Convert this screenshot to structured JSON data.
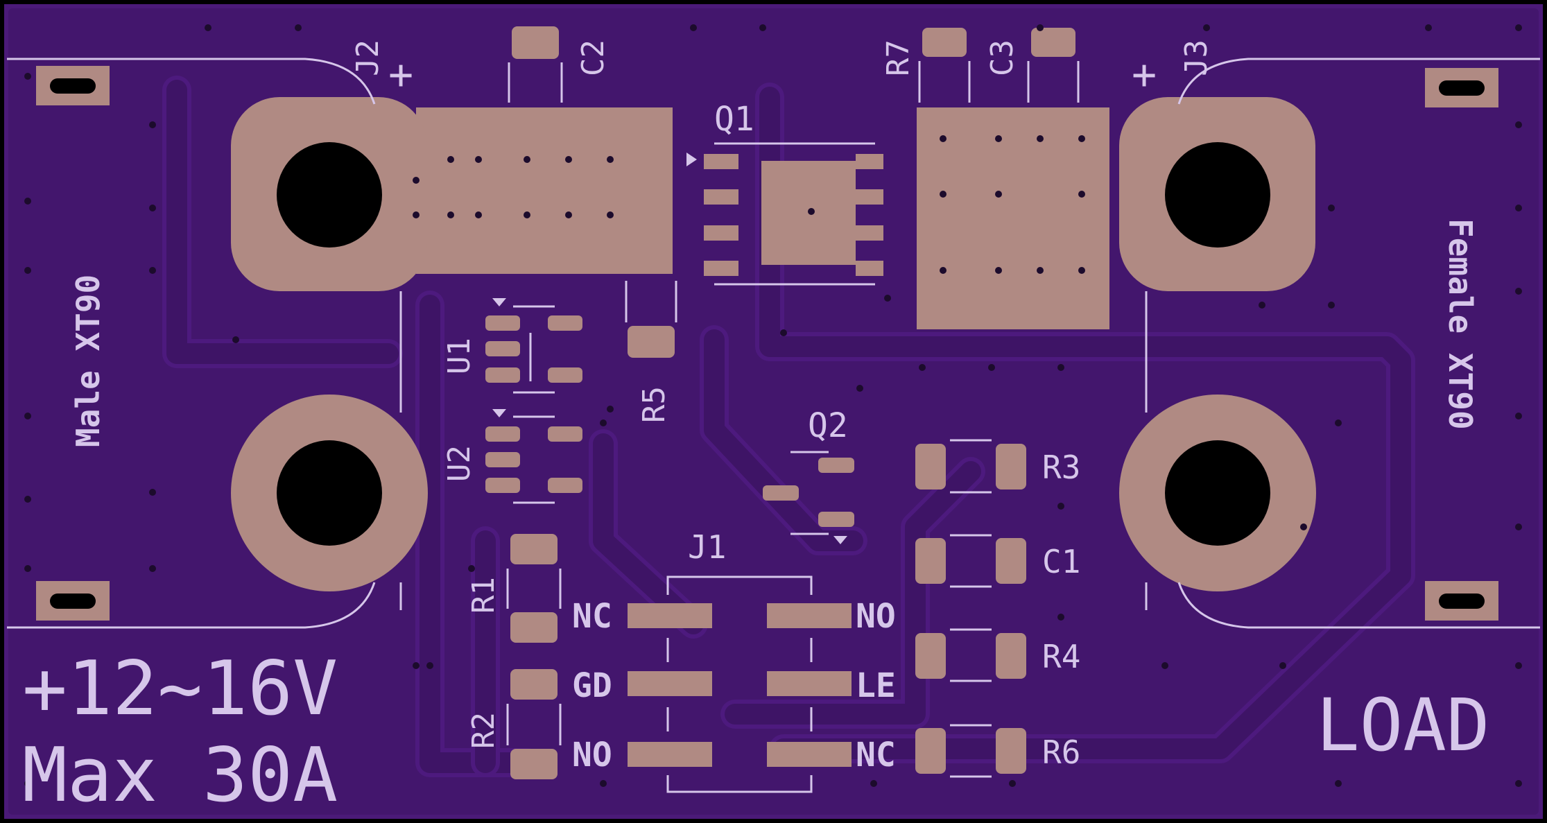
{
  "board": {
    "colors": {
      "outline": "#000000",
      "pcb": "#4b1a78",
      "copper_pour": "#43166d",
      "pad": "#b08a83",
      "silkscreen": "#d6c6ea"
    }
  },
  "labels": {
    "j2": "J2",
    "j2_plus": "+",
    "j3": "J3",
    "j3_plus": "+",
    "c2": "C2",
    "c3": "C3",
    "r7": "R7",
    "q1": "Q1",
    "q2": "Q2",
    "u1": "U1",
    "u2": "U2",
    "r5": "R5",
    "r1": "R1",
    "r2": "R2",
    "r3": "R3",
    "c1": "C1",
    "r4": "R4",
    "r6": "R6",
    "j1": "J1",
    "male_connector": "Male XT90",
    "female_connector": "Female XT90",
    "voltage": "+12~16V",
    "current": "Max 30A",
    "load": "LOAD"
  },
  "j1_pins": {
    "left": [
      "NC",
      "GD",
      "NO"
    ],
    "right": [
      "NO",
      "LE",
      "NC"
    ]
  }
}
